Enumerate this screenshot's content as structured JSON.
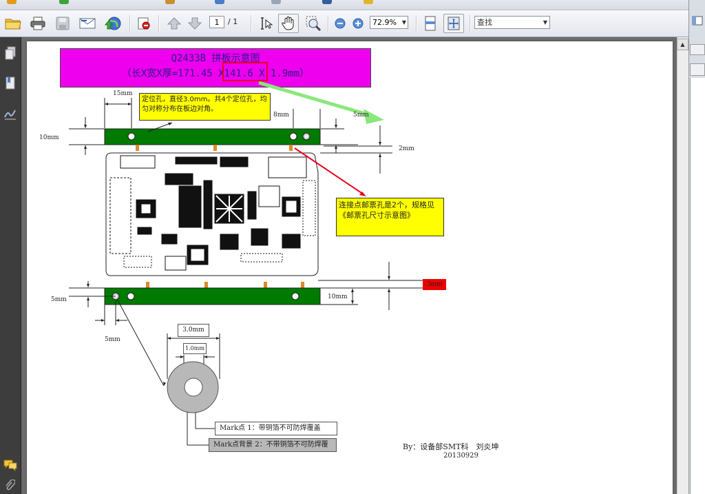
{
  "toolbar": {
    "page_current": "1",
    "page_total": "/ 1",
    "zoom": "72.9%",
    "find_placeholder": "查找",
    "icons": [
      "open-folder-icon",
      "print-icon",
      "save-icon",
      "email-icon",
      "web-share-icon",
      "secure-icon",
      "prev-page-icon",
      "next-page-icon",
      "select-text-icon",
      "hand-tool-icon",
      "marquee-zoom-icon",
      "zoom-out-icon",
      "zoom-in-icon",
      "fit-page-icon",
      "fit-width-icon"
    ]
  },
  "document": {
    "title_line1": "Q2433B 拼板示意图",
    "title_line2": "（长X宽X厚=171.45 X141.6 X 1.9mm）",
    "note_locating": "定位孔，直径3.0mm。共4个定位孔，均匀对称分布在板边对角。",
    "note_stamp": "连接点邮票孔是2个，规格见《邮票孔尺寸示意图》",
    "dim_15mm": "15mm",
    "dim_8mm": "8mm",
    "dim_5mm_top": "5mm",
    "dim_10mm_left": "10mm",
    "dim_2mm": "2mm",
    "dim_3mm": "3mm",
    "dim_5mm_left": "5mm",
    "dim_10mm_right": "10mm",
    "dim_5mm_bottom": "5mm",
    "dim_3_0mm": "3.0mm",
    "dim_1_0mm": "1.0mm",
    "mark1": "Mark点 1：带铜箔不可防焊覆盖",
    "mark2": "Mark点背景 2：不带铜箔不可防焊覆",
    "by": "By：设备部SMT科　刘炎坤",
    "date": "20130929"
  },
  "colors": {
    "title_band": "#ee00ee",
    "rail_green": "#007a00",
    "note_yellow": "#ffff00",
    "arrow_red": "#e8001c",
    "arrow_green": "#8ae87a"
  }
}
